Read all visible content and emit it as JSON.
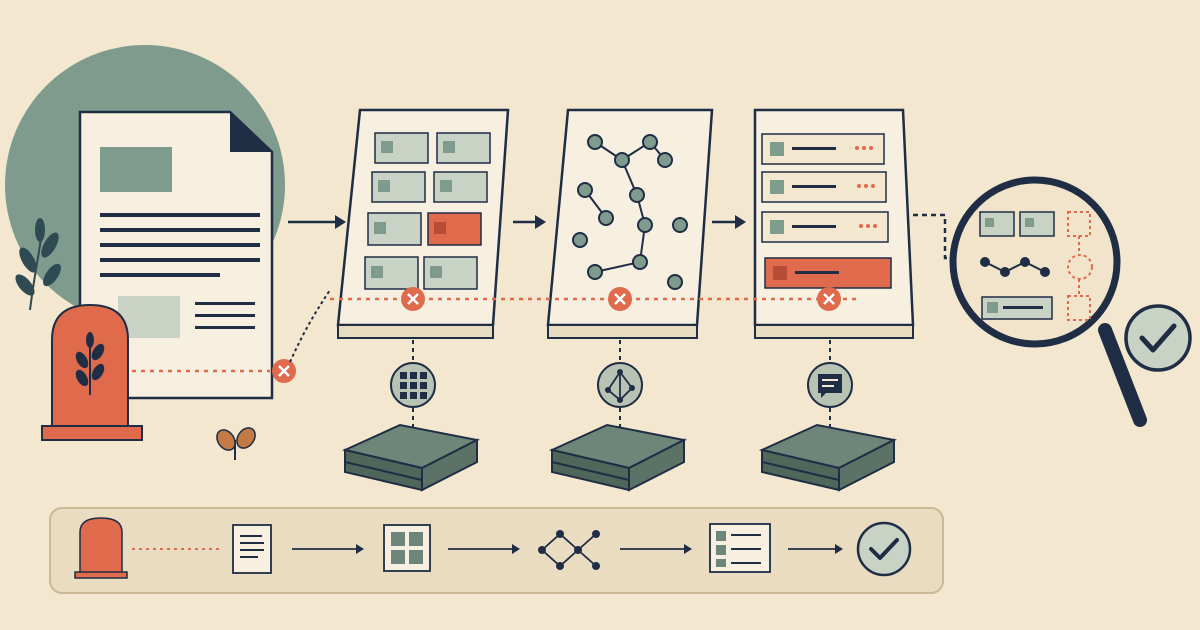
{
  "palette": {
    "background": "#f3e7cf",
    "ink": "#1f2d45",
    "sage": "#7f9b8e",
    "sage_light": "#c9d3c5",
    "accent": "#e06a4c",
    "paper": "#f7efdf",
    "slab": "#6e8579"
  },
  "diagram": {
    "source": {
      "icon": "document-icon",
      "marker": "tombstone-icon"
    },
    "stages": [
      {
        "panel": "card-grid-panel",
        "badge": "grid-icon",
        "base": "storage-slab-icon",
        "status": "broken-link"
      },
      {
        "panel": "node-graph-panel",
        "badge": "network-icon",
        "base": "storage-slab-icon",
        "status": "broken-link"
      },
      {
        "panel": "ranked-list-panel",
        "badge": "message-icon",
        "base": "storage-slab-icon",
        "status": "broken-link"
      }
    ],
    "inspector": {
      "icon": "magnifier-icon",
      "result": "check-icon"
    },
    "legend_strip": [
      "tombstone-icon",
      "document-icon",
      "grid-icon",
      "network-icon",
      "list-icon",
      "check-icon"
    ]
  }
}
